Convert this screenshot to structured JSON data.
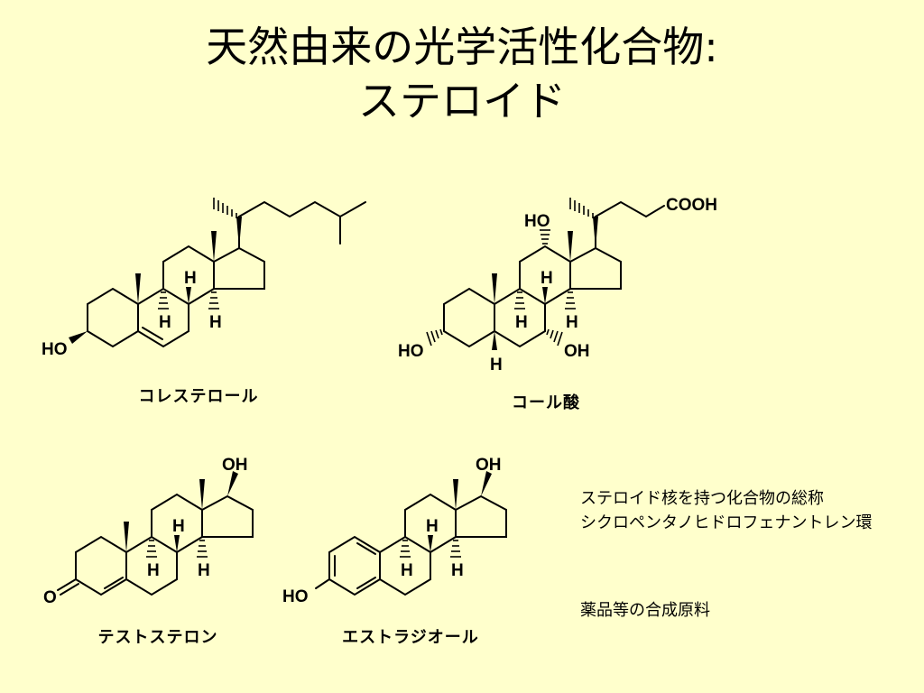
{
  "title": {
    "line1": "天然由来の光学活性化合物:",
    "line2": "ステロイド"
  },
  "molecules": {
    "cholesterol": {
      "name": "コレステロール",
      "labels": {
        "ho": "HO",
        "h": "H"
      }
    },
    "cholic_acid": {
      "name": "コール酸",
      "labels": {
        "ho": "HO",
        "oh": "OH",
        "cooh": "COOH",
        "h": "H"
      }
    },
    "testosterone": {
      "name": "テストステロン",
      "labels": {
        "oh": "OH",
        "o": "O",
        "h": "H"
      }
    },
    "estradiol": {
      "name": "エストラジオール",
      "labels": {
        "oh": "OH",
        "ho": "HO",
        "h": "H"
      }
    }
  },
  "notes": {
    "line1": "ステロイド核を持つ化合物の総称",
    "line2": "シクロペンタノヒドロフェナントレン環",
    "line3": "薬品等の合成原料"
  },
  "colors": {
    "background": "#ffffcc",
    "ink": "#000000"
  }
}
